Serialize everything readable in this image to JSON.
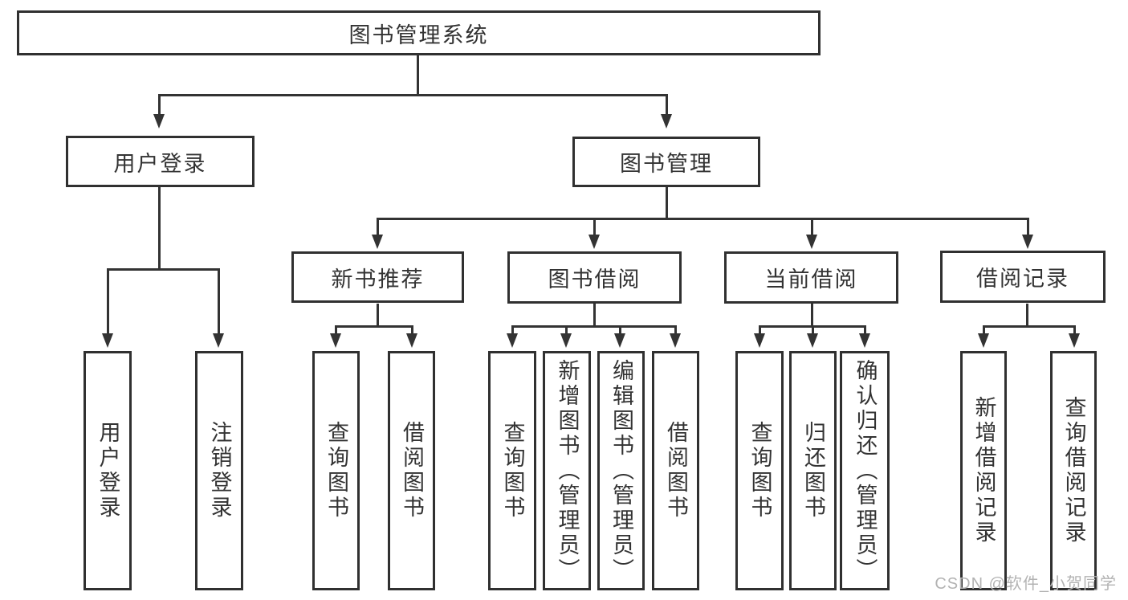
{
  "diagram": {
    "title": "图书管理系统",
    "level2": {
      "user_login": "用户登录",
      "book_management": "图书管理"
    },
    "user_login_children": [
      "用户登录",
      "注销登录"
    ],
    "book_management_groups": [
      {
        "label": "新书推荐",
        "children": [
          "查询图书",
          "借阅图书"
        ]
      },
      {
        "label": "图书借阅",
        "children": [
          "查询图书",
          "新增图书（管理员）",
          "编辑图书（管理员）",
          "借阅图书"
        ]
      },
      {
        "label": "当前借阅",
        "children": [
          "查询图书",
          "归还图书",
          "确认归还（管理员）"
        ]
      },
      {
        "label": "借阅记录",
        "children": [
          "新增借阅记录",
          "查询借阅记录"
        ]
      }
    ]
  },
  "watermark": "CSDN @软件_小贺同学",
  "colors": {
    "line": "#333333",
    "text": "#333333",
    "watermark": "#b3b3b3",
    "background": "#ffffff"
  }
}
